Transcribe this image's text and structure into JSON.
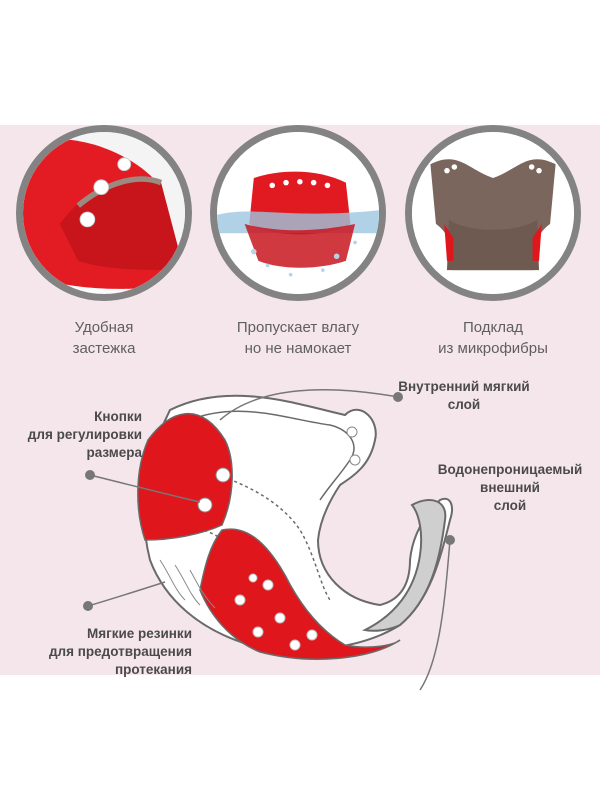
{
  "features": [
    {
      "line1": "Удобная",
      "line2": "застежка"
    },
    {
      "line1": "Пропускает влагу",
      "line2": "но не намокает"
    },
    {
      "line1": "Подклад",
      "line2": "из микрофибры"
    }
  ],
  "callouts": {
    "inner": {
      "line1": "Внутренний мягкий",
      "line2": "слой"
    },
    "snaps": {
      "line1": "Кнопки",
      "line2": "для регулировки",
      "line3": "размера"
    },
    "outer": {
      "line1": "Водонепроницаемый",
      "line2": "внешний",
      "line3": "слой"
    },
    "elastic": {
      "line1": "Мягкие резинки",
      "line2": "для предотвращения",
      "line3": "протекания"
    }
  },
  "colors": {
    "background": "#f5e6ec",
    "accent_red": "#e0161d",
    "ring_gray": "#838383",
    "microfiber_brown": "#7a665c"
  }
}
